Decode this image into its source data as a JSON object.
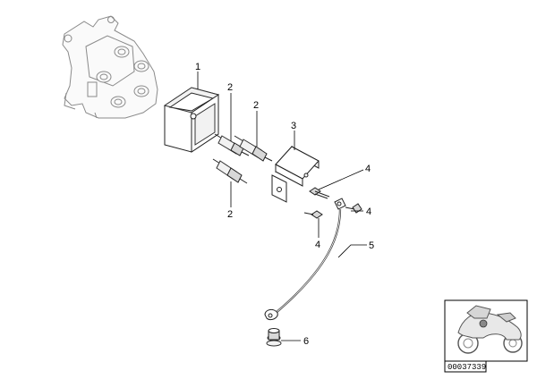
{
  "diagram": {
    "callouts": [
      {
        "id": "c1",
        "text": "1"
      },
      {
        "id": "c2a",
        "text": "2"
      },
      {
        "id": "c2b",
        "text": "2"
      },
      {
        "id": "c2c",
        "text": "2"
      },
      {
        "id": "c3",
        "text": "3"
      },
      {
        "id": "c4a",
        "text": "4"
      },
      {
        "id": "c4b",
        "text": "4"
      },
      {
        "id": "c4c",
        "text": "4"
      },
      {
        "id": "c5",
        "text": "5"
      },
      {
        "id": "c6",
        "text": "6"
      }
    ],
    "reference_number": "00037339",
    "colors": {
      "line": "#222222",
      "faint": "#8a8a8a",
      "background": "#ffffff"
    }
  }
}
